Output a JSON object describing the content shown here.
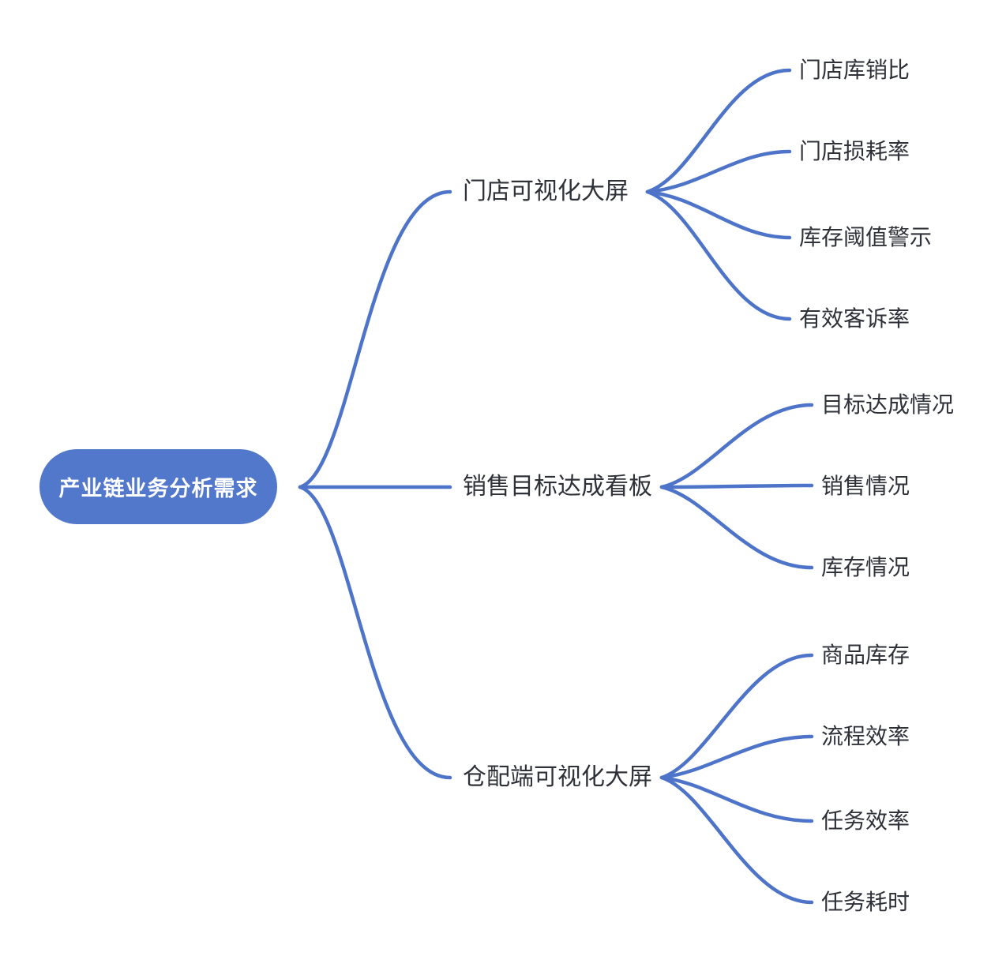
{
  "colors": {
    "line": "#4E74C9",
    "root_fill": "#5278CB",
    "root_text": "#FFFFFF",
    "label_text": "#2E3138",
    "background": "#FFFFFF"
  },
  "root": {
    "label": "产业链业务分析需求"
  },
  "branches": [
    {
      "label": "门店可视化大屏",
      "children": [
        {
          "label": "门店库销比"
        },
        {
          "label": "门店损耗率"
        },
        {
          "label": "库存阈值警示"
        },
        {
          "label": "有效客诉率"
        }
      ]
    },
    {
      "label": "销售目标达成看板",
      "children": [
        {
          "label": "目标达成情况"
        },
        {
          "label": "销售情况"
        },
        {
          "label": "库存情况"
        }
      ]
    },
    {
      "label": "仓配端可视化大屏",
      "children": [
        {
          "label": "商品库存"
        },
        {
          "label": "流程效率"
        },
        {
          "label": "任务效率"
        },
        {
          "label": "任务耗时"
        }
      ]
    }
  ]
}
